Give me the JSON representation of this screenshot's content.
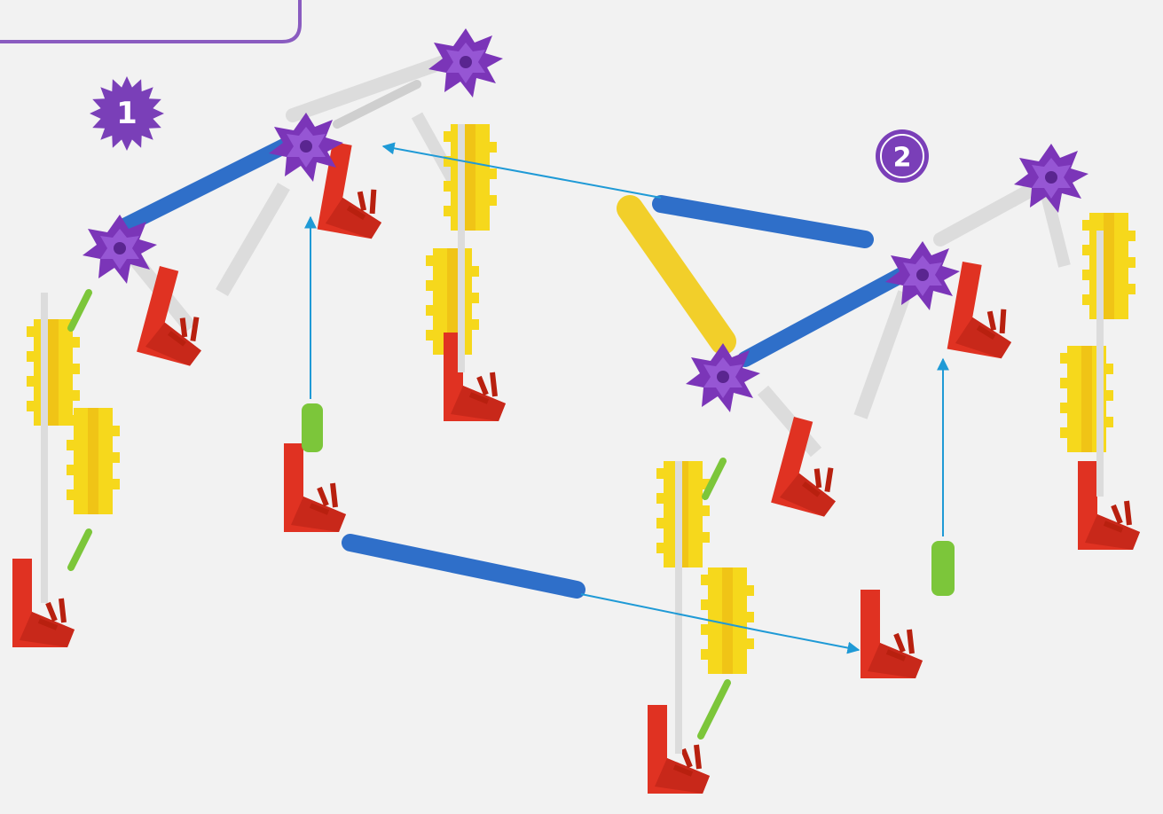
{
  "diagram": {
    "steps": [
      {
        "id": "step-1",
        "label": "1",
        "badge_shape": "starburst"
      },
      {
        "id": "step-2",
        "label": "2",
        "badge_shape": "circle"
      }
    ],
    "colors": {
      "background": "#f2f2f2",
      "panel_border": "#8a5cc0",
      "badge_purple": "#7a3fb8",
      "connector_purple": "#7b35b8",
      "rod_blue": "#2f6fc9",
      "rod_yellow": "#f2cf2a",
      "rod_white": "#dcdcdc",
      "rod_green": "#7cc63a",
      "connector_yellow": "#f6d81c",
      "connector_red": "#e03222",
      "guide_arrow": "#1f9ad6"
    }
  }
}
